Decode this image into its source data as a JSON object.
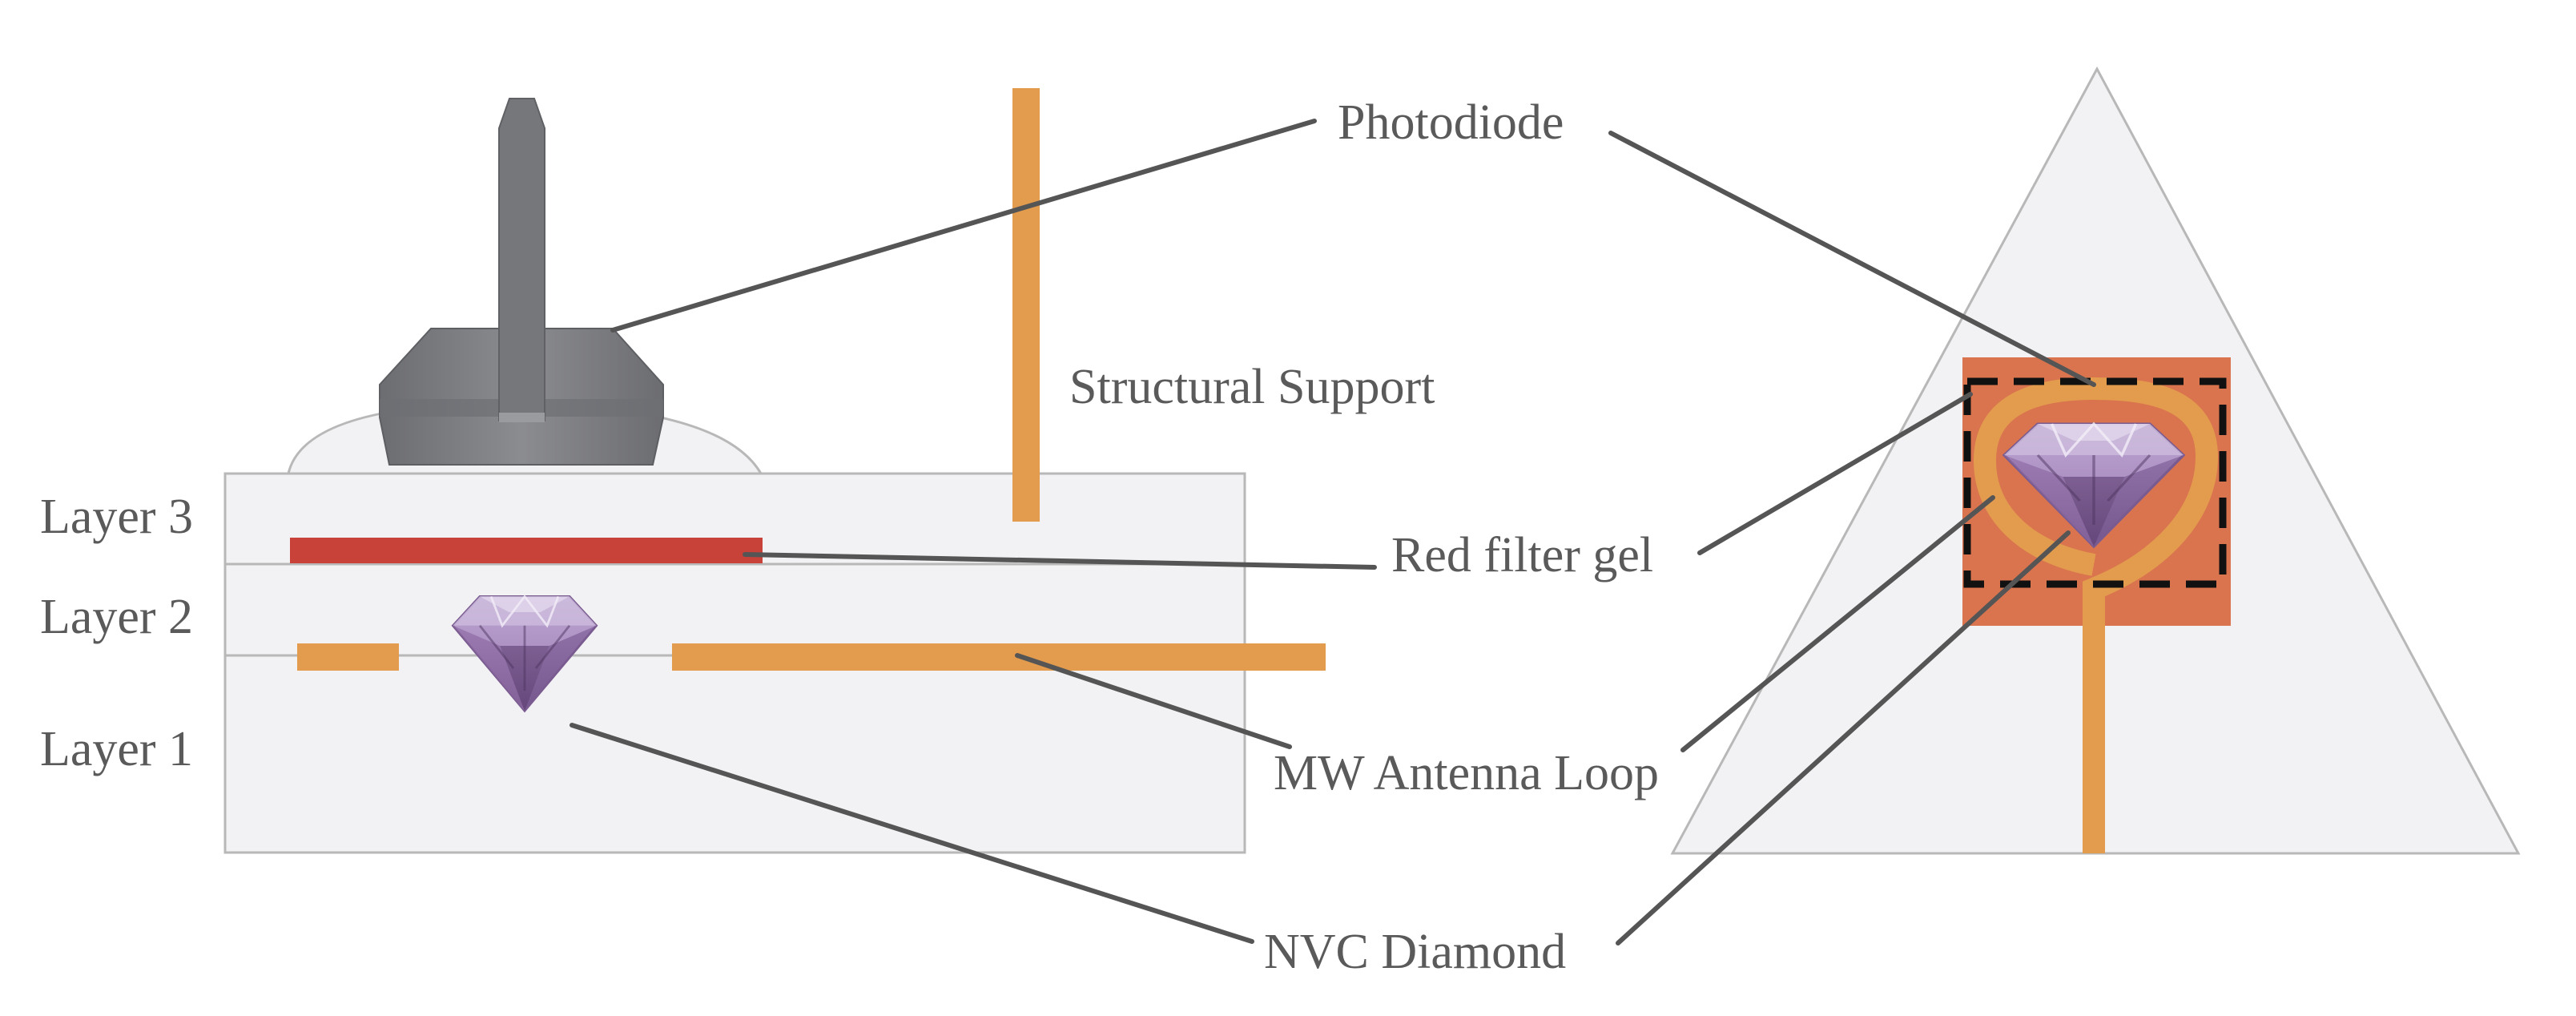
{
  "labels": {
    "layer3": "Layer 3",
    "layer2": "Layer 2",
    "layer1": "Layer 1",
    "photodiode": "Photodiode",
    "structural_support": "Structural Support",
    "red_filter_gel": "Red filter gel",
    "mw_antenna_loop": "MW Antenna Loop",
    "nvc_diamond": "NVC Diamond"
  },
  "colors": {
    "layer_fill": "#f2f2f4",
    "layer_outline": "#b8b8b8",
    "antenna": "#e39c4d",
    "red_filter": "#c9423a",
    "filter_square": "#d9744f",
    "photodiode": "#7d7e82",
    "diamond": "#9f84b0",
    "leader_line": "#555555"
  },
  "icons": [
    "photodiode-icon",
    "diamond-icon"
  ]
}
